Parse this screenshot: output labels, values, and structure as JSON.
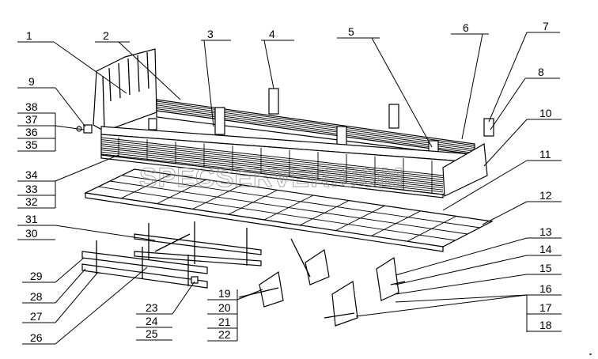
{
  "watermark": "SPECSERVER.COM",
  "callouts": [
    "1",
    "2",
    "3",
    "4",
    "5",
    "6",
    "7",
    "8",
    "9",
    "10",
    "11",
    "12",
    "13",
    "14",
    "15",
    "16",
    "17",
    "18",
    "19",
    "20",
    "21",
    "22",
    "23",
    "24",
    "25",
    "26",
    "27",
    "28",
    "29",
    "30",
    "31",
    "32",
    "33",
    "34",
    "35",
    "36",
    "37",
    "38"
  ]
}
